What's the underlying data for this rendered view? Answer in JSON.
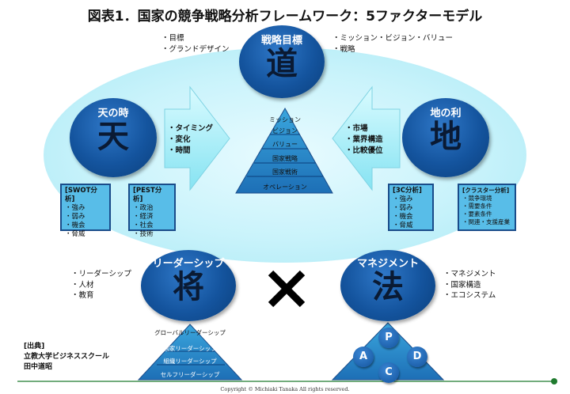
{
  "title": "図表1．国家の競争戦略分析フレームワーク：5ファクターモデル",
  "michi": {
    "sub": "戦略目標",
    "kanji": "道",
    "left_notes": [
      "目標",
      "グランドデザイン"
    ],
    "right_notes": [
      "ミッション・ビジョン・バリュー",
      "戦略"
    ]
  },
  "ten": {
    "sub": "天の時",
    "kanji": "天",
    "arrow_items": [
      "タイミング",
      "変化",
      "時間"
    ],
    "swot": {
      "header": "[SWOT分析]",
      "items": [
        "強み",
        "弱み",
        "機会",
        "脅威"
      ]
    },
    "pest": {
      "header": "[PEST分析]",
      "items": [
        "政治",
        "経済",
        "社会",
        "技術"
      ]
    }
  },
  "chi": {
    "sub": "地の利",
    "kanji": "地",
    "arrow_items": [
      "市場",
      "業界構造",
      "比較優位"
    ],
    "c3": {
      "header": "[3C分析]",
      "items": [
        "強み",
        "弱み",
        "機会",
        "脅威"
      ]
    },
    "cluster": {
      "header": "[クラスター分析]",
      "items": [
        "競争環境",
        "需要条件",
        "要素条件",
        "関連・支援産業"
      ]
    }
  },
  "center_pyramid": [
    "ミッション",
    "ビジョン",
    "バリュー",
    "国家戦略",
    "国家戦術",
    "オペレーション"
  ],
  "sho": {
    "sub": "リーダーシップ",
    "kanji": "将",
    "notes": [
      "リーダーシップ",
      "人材",
      "教育"
    ],
    "pyramid": [
      "グローバルリーダーシップ",
      "国家リーダーシップ",
      "組織リーダーシップ",
      "セルフリーダーシップ"
    ]
  },
  "ho": {
    "sub": "マネジメント",
    "kanji": "法",
    "notes": [
      "マネジメント",
      "国家構造",
      "エコシステム"
    ],
    "pdca": [
      "P",
      "D",
      "C",
      "A"
    ]
  },
  "cross": "✕",
  "source": {
    "label": "[出典]",
    "line1": "立教大学ビジネススクール",
    "line2": "田中道昭"
  },
  "copyright": "Copyright © Michiaki Tanaka  All rights reserved.",
  "colors": {
    "circle": "#14549e",
    "ellipse": "#c9f3fb",
    "box": "#58bde8",
    "accent_line": "#1f7a2e"
  }
}
